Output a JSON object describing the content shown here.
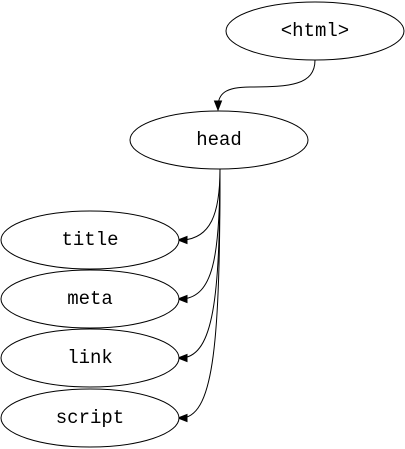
{
  "diagram": {
    "type": "tree",
    "nodes": {
      "html": "<html>",
      "head": "head",
      "title": "title",
      "meta": "meta",
      "link": "link",
      "script": "script"
    },
    "edges": [
      [
        "html",
        "head"
      ],
      [
        "head",
        "title"
      ],
      [
        "head",
        "meta"
      ],
      [
        "head",
        "link"
      ],
      [
        "head",
        "script"
      ]
    ]
  }
}
